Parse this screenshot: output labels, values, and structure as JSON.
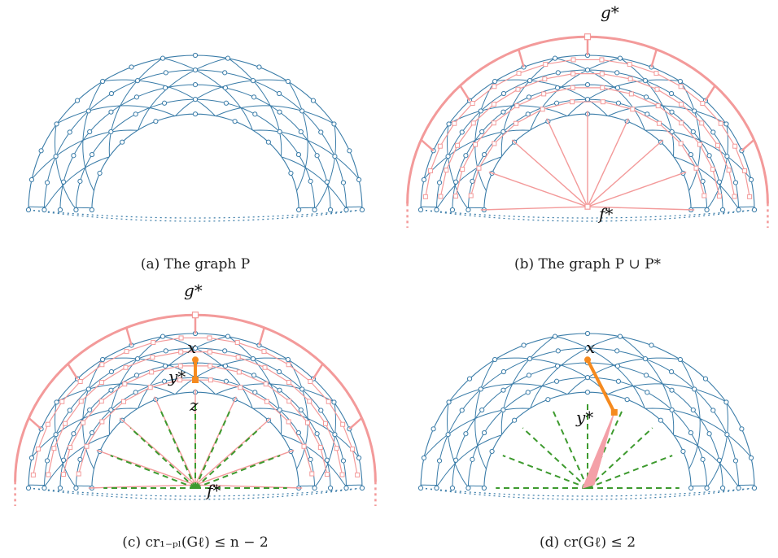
{
  "colors": {
    "primal": "#3a7ca8",
    "dual": "#f39a9a",
    "highlight": "#f58a1f",
    "dashed": "#3d9a2e",
    "wedge": "#f4a0a8"
  },
  "panels": [
    {
      "id": "a",
      "caption": "(a) The graph P",
      "labels": []
    },
    {
      "id": "b",
      "caption": "(b) The graph P ∪ P*",
      "labels": [
        "g*",
        "f*"
      ]
    },
    {
      "id": "c",
      "caption": "(c) cr₁₋ₚₗ(Gℓ) ≤ n − 2",
      "labels": [
        "g*",
        "x",
        "y*",
        "z",
        "f*"
      ]
    },
    {
      "id": "d",
      "caption": "(d) cr(Gℓ) ≤ 2",
      "labels": [
        "x",
        "y*"
      ]
    }
  ]
}
